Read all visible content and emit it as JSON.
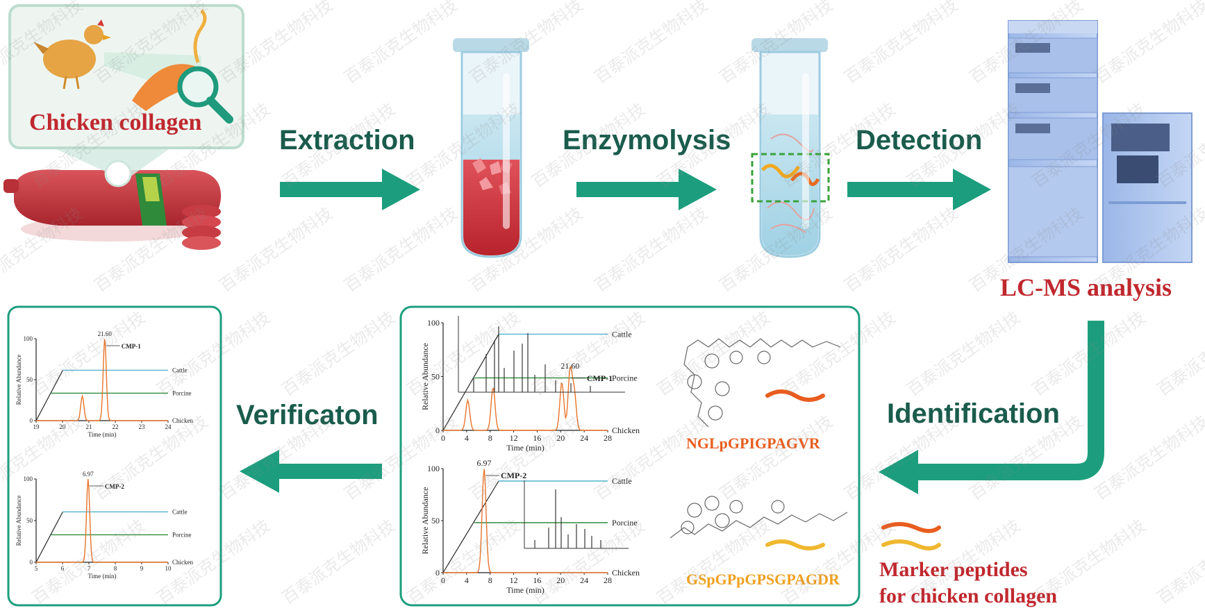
{
  "steps": {
    "extraction": "Extraction",
    "enzymolysis": "Enzymolysis",
    "detection": "Detection",
    "identification": "Identification",
    "verification": "Verificaton"
  },
  "labels": {
    "chicken_collagen": "Chicken collagen",
    "lcms": "LC-MS analysis",
    "marker_line1": "Marker peptides",
    "marker_line2": "for chicken collagen",
    "peptide1": "NGLpGPIGPAGVR",
    "peptide2": "GSpGPpGPSGPAGDR"
  },
  "watermark": "百泰派克生物科技",
  "colors": {
    "teal": "#1c9e7e",
    "dark_green": "#1a5c4c",
    "red": "#c0282e",
    "orange": "#e85d1e",
    "yellow": "#f0a020",
    "cattle": "#4fb3cf",
    "porcine": "#2e8b3a",
    "chicken": "#e8742a"
  },
  "chart_data": [
    {
      "type": "line",
      "name": "verification-cmp1",
      "ylabel": "Relative Abundance",
      "xlabel": "Time (min)",
      "xlim": [
        19,
        24
      ],
      "ylim": [
        0,
        100
      ],
      "x_ticks": [
        "19",
        "20",
        "21",
        "22",
        "23",
        "24"
      ],
      "y_ticks": [
        "0",
        "50",
        "100"
      ],
      "peak_label": "21.60",
      "annotation": "CMP-1",
      "series": [
        {
          "name": "Cattle"
        },
        {
          "name": "Porcine"
        },
        {
          "name": "Chicken",
          "peaks": [
            {
              "x": 21.6,
              "y": 100
            },
            {
              "x": 20.75,
              "y": 30
            }
          ]
        }
      ]
    },
    {
      "type": "line",
      "name": "verification-cmp2",
      "ylabel": "Relative Abundance",
      "xlabel": "Time (min)",
      "xlim": [
        5,
        10
      ],
      "ylim": [
        0,
        100
      ],
      "x_ticks": [
        "5",
        "6",
        "7",
        "8",
        "9",
        "10"
      ],
      "y_ticks": [
        "0",
        "50",
        "100"
      ],
      "peak_label": "6.97",
      "annotation": "CMP-2",
      "series": [
        {
          "name": "Cattle"
        },
        {
          "name": "Porcine"
        },
        {
          "name": "Chicken",
          "peaks": [
            {
              "x": 6.97,
              "y": 100
            }
          ]
        }
      ]
    },
    {
      "type": "line",
      "name": "identification-cmp1",
      "ylabel": "Relative Abundance",
      "xlabel": "Time (min)",
      "xlim": [
        0,
        28
      ],
      "ylim": [
        0,
        100
      ],
      "x_ticks": [
        "0",
        "4",
        "8",
        "12",
        "16",
        "20",
        "24",
        "28"
      ],
      "y_ticks": [
        "0",
        "50",
        "100"
      ],
      "peak_label": "21.60",
      "annotation": "CMP-1",
      "series": [
        {
          "name": "Cattle"
        },
        {
          "name": "Porcine"
        },
        {
          "name": "Chicken",
          "peaks": [
            {
              "x": 4.2,
              "y": 28
            },
            {
              "x": 8.5,
              "y": 40
            },
            {
              "x": 20.2,
              "y": 45
            },
            {
              "x": 21.6,
              "y": 55
            },
            {
              "x": 22.3,
              "y": 35
            }
          ]
        }
      ]
    },
    {
      "type": "line",
      "name": "identification-cmp2",
      "ylabel": "Relative Abundance",
      "xlabel": "Time (min)",
      "xlim": [
        0,
        28
      ],
      "ylim": [
        0,
        100
      ],
      "x_ticks": [
        "0",
        "4",
        "8",
        "12",
        "16",
        "20",
        "24",
        "28"
      ],
      "y_ticks": [
        "0",
        "50",
        "100"
      ],
      "peak_label": "6.97",
      "annotation": "CMP-2",
      "series": [
        {
          "name": "Cattle"
        },
        {
          "name": "Porcine"
        },
        {
          "name": "Chicken",
          "peaks": [
            {
              "x": 6.97,
              "y": 100
            }
          ]
        }
      ]
    }
  ]
}
